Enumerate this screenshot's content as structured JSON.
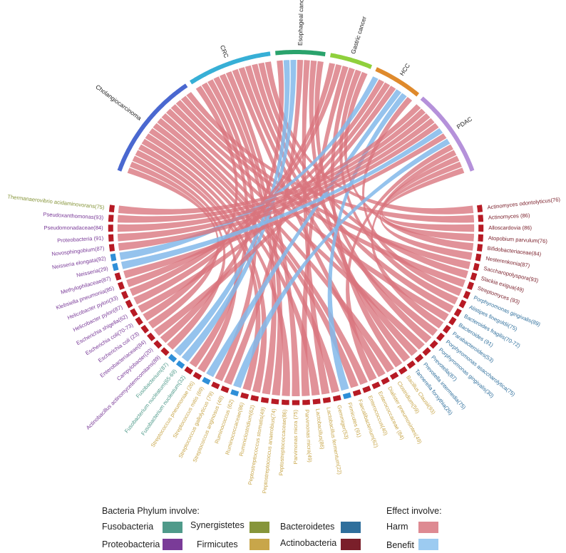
{
  "chart_data": {
    "type": "chord",
    "diseases": [
      {
        "name": "Cholangiocarcinoma",
        "color": "#4a68d0"
      },
      {
        "name": "CRC",
        "color": "#37afd6"
      },
      {
        "name": "Esophageal cancer",
        "color": "#2aa36c"
      },
      {
        "name": "Gastric cancer",
        "color": "#8fd03c"
      },
      {
        "name": "HCC",
        "color": "#df8a2c"
      },
      {
        "name": "PDAC",
        "color": "#b591da"
      }
    ],
    "phyla": {
      "Fusobacteria": "#4f9a8a",
      "Synergistetes": "#86953a",
      "Bacteroidetes": "#2f6f9c",
      "Proteobacteria": "#7a3b98",
      "Firmicutes": "#c8a64a",
      "Actinobacteria": "#7a1f2a"
    },
    "effects": {
      "harm": {
        "label": "Harm",
        "ribbon": "#d9737c",
        "tick": "#b71a24"
      },
      "benefit": {
        "label": "Benefit",
        "ribbon": "#82b9ea",
        "tick": "#2f8fd8"
      }
    },
    "bacteria": [
      {
        "name": "Actinomyces odontolyticus(76)",
        "phylum": "Actinobacteria",
        "effect": "harm",
        "disease": "CRC"
      },
      {
        "name": "Actinomyces (86)",
        "phylum": "Actinobacteria",
        "effect": "harm",
        "disease": "Cholangiocarcinoma"
      },
      {
        "name": "Alloscardovia (86)",
        "phylum": "Actinobacteria",
        "effect": "harm",
        "disease": "PDAC"
      },
      {
        "name": "Atopobium parvulum(76)",
        "phylum": "Actinobacteria",
        "effect": "harm",
        "disease": "PDAC"
      },
      {
        "name": "Bifidobacteriaceae(84)",
        "phylum": "Actinobacteria",
        "effect": "harm",
        "disease": "Gastric cancer"
      },
      {
        "name": "Nesterenkonia(87)",
        "phylum": "Actinobacteria",
        "effect": "harm",
        "disease": "PDAC"
      },
      {
        "name": "Saccharopolyspora(93)",
        "phylum": "Actinobacteria",
        "effect": "harm",
        "disease": "Cholangiocarcinoma"
      },
      {
        "name": "Slackia exigua(49)",
        "phylum": "Actinobacteria",
        "effect": "harm",
        "disease": "CRC"
      },
      {
        "name": "Streptomyces (93)",
        "phylum": "Actinobacteria",
        "effect": "harm",
        "disease": "Cholangiocarcinoma"
      },
      {
        "name": "Porphyromonas gingivalis(89)",
        "phylum": "Bacteroidetes",
        "effect": "harm",
        "disease": "HCC"
      },
      {
        "name": "Alistipes finegoldii(75)",
        "phylum": "Bacteroidetes",
        "effect": "harm",
        "disease": "Gastric cancer"
      },
      {
        "name": "Bacteroides fragilis(70-72)",
        "phylum": "Bacteroidetes",
        "effect": "harm",
        "disease": "CRC"
      },
      {
        "name": "Bacteroides (91)",
        "phylum": "Bacteroidetes",
        "effect": "harm",
        "disease": "Cholangiocarcinoma"
      },
      {
        "name": "Parabacteroides(53)",
        "phylum": "Bacteroidetes",
        "effect": "harm",
        "disease": "PDAC"
      },
      {
        "name": "Porphyromonas asaccharolytica(75)",
        "phylum": "Bacteroidetes",
        "effect": "harm",
        "disease": "CRC"
      },
      {
        "name": "Porphyromonas gingivalis(30)",
        "phylum": "Bacteroidetes",
        "effect": "harm",
        "disease": "Esophageal cancer"
      },
      {
        "name": "Prevotella(87)",
        "phylum": "Bacteroidetes",
        "effect": "harm",
        "disease": "Cholangiocarcinoma"
      },
      {
        "name": "Prevotella intermedia(75)",
        "phylum": "Bacteroidetes",
        "effect": "harm",
        "disease": "CRC"
      },
      {
        "name": "Tannerella forsythia(26)",
        "phylum": "Bacteroidetes",
        "effect": "harm",
        "disease": "Esophageal cancer"
      },
      {
        "name": "Bacillus Clausii(93)",
        "phylum": "Firmicutes",
        "effect": "harm",
        "disease": "Gastric cancer"
      },
      {
        "name": "Clostridium(59)",
        "phylum": "Firmicutes",
        "effect": "harm",
        "disease": "Cholangiocarcinoma"
      },
      {
        "name": "Dialister pneumosintes(49)",
        "phylum": "Firmicutes",
        "effect": "harm",
        "disease": "CRC"
      },
      {
        "name": "Enterococcaceae (84)",
        "phylum": "Firmicutes",
        "effect": "harm",
        "disease": "PDAC"
      },
      {
        "name": "Enterococcus(40)",
        "phylum": "Firmicutes",
        "effect": "harm",
        "disease": "Cholangiocarcinoma"
      },
      {
        "name": "Faecalibacterium(62)",
        "phylum": "Firmicutes",
        "effect": "harm",
        "disease": "Cholangiocarcinoma"
      },
      {
        "name": "Firmicutes (91)",
        "phylum": "Firmicutes",
        "effect": "benefit",
        "disease": "HCC"
      },
      {
        "name": "Gemmiger(53)",
        "phylum": "Firmicutes",
        "effect": "harm",
        "disease": "Cholangiocarcinoma"
      },
      {
        "name": "Lactobacillus fermentum(22)",
        "phylum": "Firmicutes",
        "effect": "harm",
        "disease": "Esophageal cancer"
      },
      {
        "name": "Lactobacillus(86)",
        "phylum": "Firmicutes",
        "effect": "harm",
        "disease": "Cholangiocarcinoma"
      },
      {
        "name": "Parvimonas micra(49)",
        "phylum": "Firmicutes",
        "effect": "harm",
        "disease": "Gastric cancer"
      },
      {
        "name": "Parvimonas micra (75)",
        "phylum": "Firmicutes",
        "effect": "harm",
        "disease": "CRC"
      },
      {
        "name": "Peptostreptococcaceae(86)",
        "phylum": "Firmicutes",
        "effect": "harm",
        "disease": "Cholangiocarcinoma"
      },
      {
        "name": "Peptostreptococcus anaerobius(74)",
        "phylum": "Firmicutes",
        "effect": "harm",
        "disease": "CRC"
      },
      {
        "name": "Peptostreptococcus stomatis(49)",
        "phylum": "Firmicutes",
        "effect": "harm",
        "disease": "CRC"
      },
      {
        "name": "Ruminiclostridium(62)",
        "phylum": "Firmicutes",
        "effect": "harm",
        "disease": "Cholangiocarcinoma"
      },
      {
        "name": "Ruminococcaceae(86)",
        "phylum": "Firmicutes",
        "effect": "harm",
        "disease": "Cholangiocarcinoma"
      },
      {
        "name": "Ruminococcus (62)",
        "phylum": "Firmicutes",
        "effect": "benefit",
        "disease": "PDAC"
      },
      {
        "name": "Streptococcus anginosus (48)",
        "phylum": "Firmicutes",
        "effect": "harm",
        "disease": "Esophageal cancer"
      },
      {
        "name": "Streptococcus gallolyticus (79)",
        "phylum": "Firmicutes",
        "effect": "harm",
        "disease": "CRC"
      },
      {
        "name": "Streptococcus mitis (69)",
        "phylum": "Firmicutes",
        "effect": "benefit",
        "disease": "HCC"
      },
      {
        "name": "Streptococcus pneumoniae (26)",
        "phylum": "Firmicutes",
        "effect": "harm",
        "disease": "Cholangiocarcinoma"
      },
      {
        "name": "Fusobacterium nucleatum(32)",
        "phylum": "Fusobacteria",
        "effect": "harm",
        "disease": "CRC"
      },
      {
        "name": "Fusobacterium nucleatum(65-69)",
        "phylum": "Fusobacteria",
        "effect": "benefit",
        "disease": "Esophageal cancer"
      },
      {
        "name": "Fusobacterium(87)",
        "phylum": "Fusobacteria",
        "effect": "benefit",
        "disease": "Esophageal cancer"
      },
      {
        "name": "Actinobacillus actinomycetemcomitans(89)",
        "phylum": "Proteobacteria",
        "effect": "harm",
        "disease": "Cholangiocarcinoma"
      },
      {
        "name": "Campylobacter(20)",
        "phylum": "Proteobacteria",
        "effect": "harm",
        "disease": "Esophageal cancer"
      },
      {
        "name": "Enterobacteriaceae(84)",
        "phylum": "Proteobacteria",
        "effect": "harm",
        "disease": "HCC"
      },
      {
        "name": "Escherichia coli (23)",
        "phylum": "Proteobacteria",
        "effect": "harm",
        "disease": "Cholangiocarcinoma"
      },
      {
        "name": "Escherichia coli(70-73)",
        "phylum": "Proteobacteria",
        "effect": "harm",
        "disease": "CRC"
      },
      {
        "name": "Escherichia shigella(62)",
        "phylum": "Proteobacteria",
        "effect": "harm",
        "disease": "HCC"
      },
      {
        "name": "Helicobacter pylori(87)",
        "phylum": "Proteobacteria",
        "effect": "harm",
        "disease": "Gastric cancer"
      },
      {
        "name": "Helicobacter pylori(33)",
        "phylum": "Proteobacteria",
        "effect": "harm",
        "disease": "Gastric cancer"
      },
      {
        "name": "Klebsiella pneumonia(85)",
        "phylum": "Proteobacteria",
        "effect": "harm",
        "disease": "HCC"
      },
      {
        "name": "Methylophilaceae(87)",
        "phylum": "Proteobacteria",
        "effect": "harm",
        "disease": "PDAC"
      },
      {
        "name": "Neisseria(29)",
        "phylum": "Proteobacteria",
        "effect": "benefit",
        "disease": "PDAC"
      },
      {
        "name": "Neisseria elongata(92)",
        "phylum": "Proteobacteria",
        "effect": "benefit",
        "disease": "HCC"
      },
      {
        "name": "Novosphingobium(87)",
        "phylum": "Proteobacteria",
        "effect": "harm",
        "disease": "PDAC"
      },
      {
        "name": "Proteobacteria (91)",
        "phylum": "Proteobacteria",
        "effect": "harm",
        "disease": "PDAC"
      },
      {
        "name": "Pseudomonadaceae(84)",
        "phylum": "Proteobacteria",
        "effect": "harm",
        "disease": "PDAC"
      },
      {
        "name": "Pseudoxanthomonas(93)",
        "phylum": "Proteobacteria",
        "effect": "harm",
        "disease": "PDAC"
      },
      {
        "name": "Thermanaerovibrio acidaminovorans(75)",
        "phylum": "Synergistetes",
        "effect": "harm",
        "disease": "PDAC"
      }
    ]
  },
  "legend": {
    "phylum_title": "Bacteria Phylum involve:",
    "effect_title": "Effect involve:",
    "phylum_items": [
      "Fusobacteria",
      "Synergistetes",
      "Bacteroidetes",
      "Proteobacteria",
      "Firmicutes",
      "Actinobacteria"
    ],
    "effect_items": [
      "Harm",
      "Benefit"
    ]
  }
}
